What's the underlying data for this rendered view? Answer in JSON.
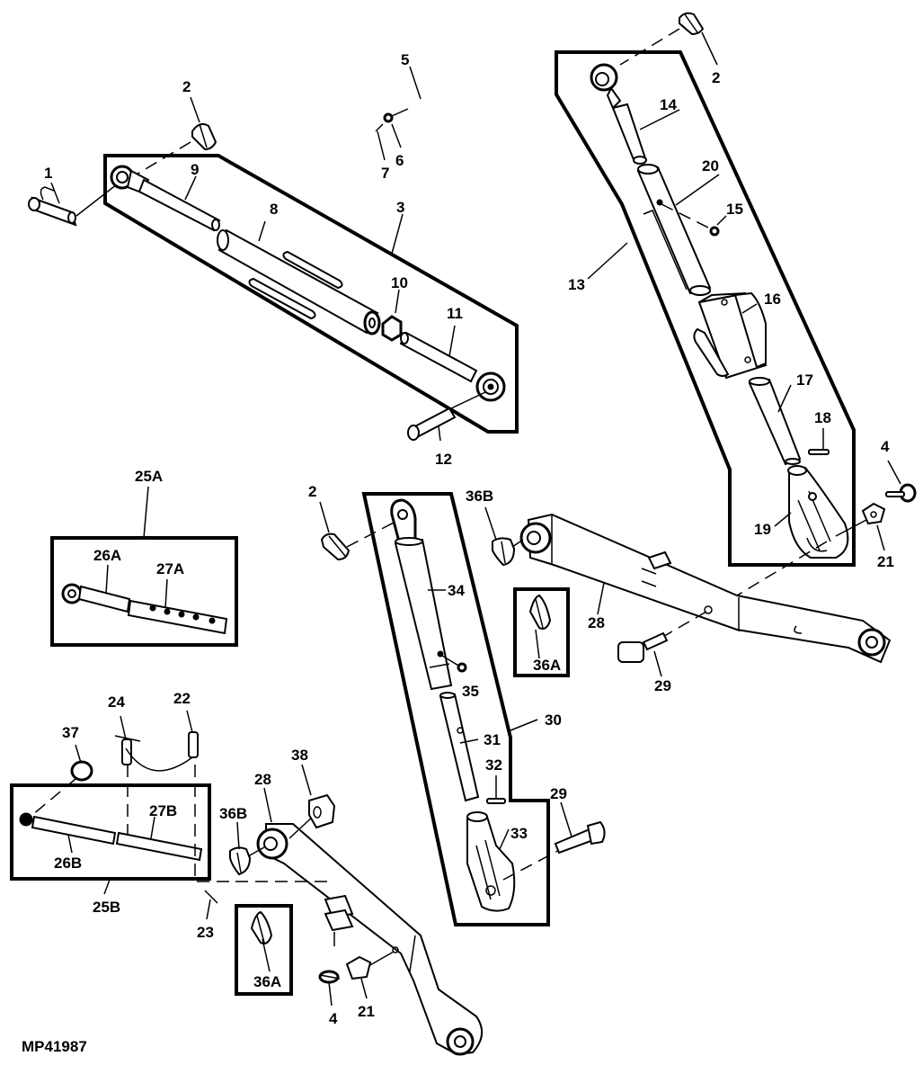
{
  "figure_id": "MP41987",
  "callouts": [
    {
      "id": "1",
      "text": "1"
    },
    {
      "id": "2a",
      "text": "2"
    },
    {
      "id": "2b",
      "text": "2"
    },
    {
      "id": "2c",
      "text": "2"
    },
    {
      "id": "3",
      "text": "3"
    },
    {
      "id": "4a",
      "text": "4"
    },
    {
      "id": "4b",
      "text": "4"
    },
    {
      "id": "5",
      "text": "5"
    },
    {
      "id": "6",
      "text": "6"
    },
    {
      "id": "7",
      "text": "7"
    },
    {
      "id": "8",
      "text": "8"
    },
    {
      "id": "9",
      "text": "9"
    },
    {
      "id": "10",
      "text": "10"
    },
    {
      "id": "11",
      "text": "11"
    },
    {
      "id": "12",
      "text": "12"
    },
    {
      "id": "13",
      "text": "13"
    },
    {
      "id": "14",
      "text": "14"
    },
    {
      "id": "15",
      "text": "15"
    },
    {
      "id": "16",
      "text": "16"
    },
    {
      "id": "17",
      "text": "17"
    },
    {
      "id": "18",
      "text": "18"
    },
    {
      "id": "19",
      "text": "19"
    },
    {
      "id": "20",
      "text": "20"
    },
    {
      "id": "21a",
      "text": "21"
    },
    {
      "id": "21b",
      "text": "21"
    },
    {
      "id": "22",
      "text": "22"
    },
    {
      "id": "23",
      "text": "23"
    },
    {
      "id": "24",
      "text": "24"
    },
    {
      "id": "25A",
      "text": "25A"
    },
    {
      "id": "25B",
      "text": "25B"
    },
    {
      "id": "26A",
      "text": "26A"
    },
    {
      "id": "26B",
      "text": "26B"
    },
    {
      "id": "27A",
      "text": "27A"
    },
    {
      "id": "27B",
      "text": "27B"
    },
    {
      "id": "28a",
      "text": "28"
    },
    {
      "id": "28b",
      "text": "28"
    },
    {
      "id": "29a",
      "text": "29"
    },
    {
      "id": "29b",
      "text": "29"
    },
    {
      "id": "30",
      "text": "30"
    },
    {
      "id": "31",
      "text": "31"
    },
    {
      "id": "32",
      "text": "32"
    },
    {
      "id": "33",
      "text": "33"
    },
    {
      "id": "34",
      "text": "34"
    },
    {
      "id": "35",
      "text": "35"
    },
    {
      "id": "36A_a",
      "text": "36A"
    },
    {
      "id": "36A_b",
      "text": "36A"
    },
    {
      "id": "36B_a",
      "text": "36B"
    },
    {
      "id": "36B_b",
      "text": "36B"
    },
    {
      "id": "37",
      "text": "37"
    },
    {
      "id": "38",
      "text": "38"
    }
  ]
}
